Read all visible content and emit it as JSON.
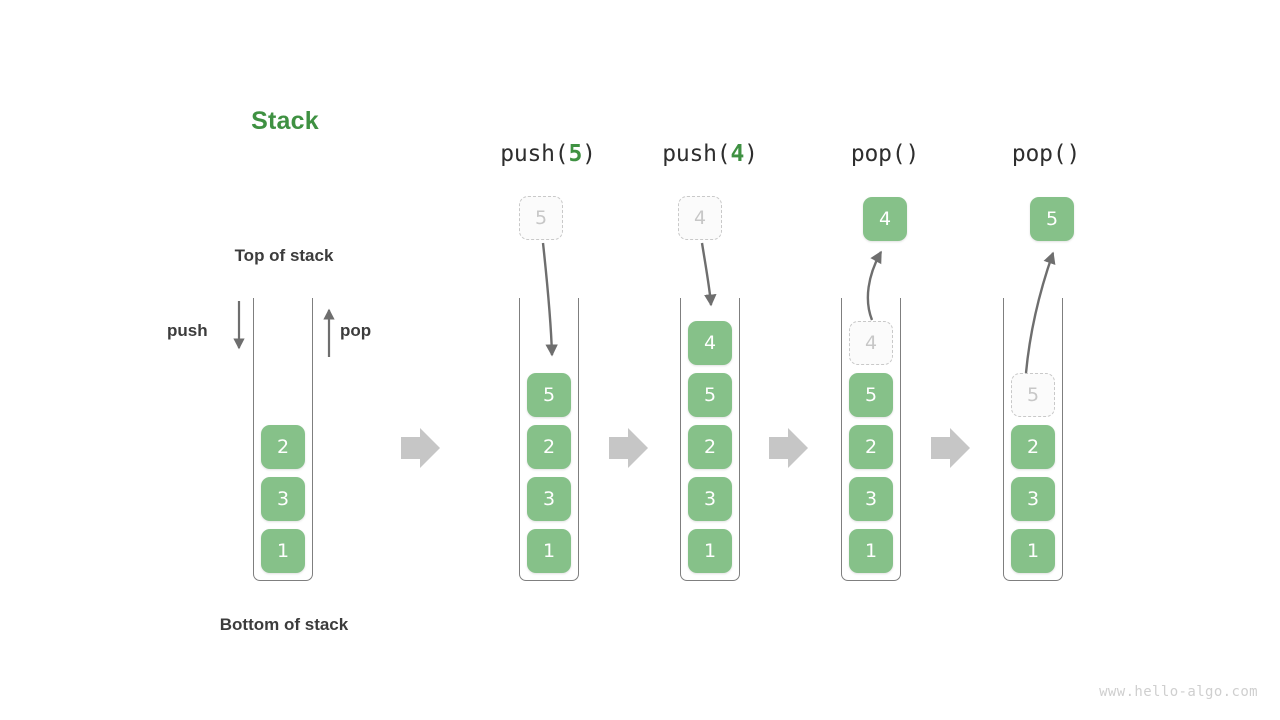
{
  "diagram": {
    "title": "Stack",
    "title_color": "#3f9142",
    "box_color": "#86c189",
    "ghost_color": "#c7c7c7",
    "arrow_color": "#6e6e6e",
    "step_arrow_color": "#c6c6c6",
    "top_label": "Top of stack",
    "bottom_label": "Bottom of stack",
    "push_label": "push",
    "pop_label": "pop",
    "watermark": "www.hello-algo.com"
  },
  "columns": [
    {
      "id": "initial",
      "header": "",
      "header_prefix": "",
      "header_arg": "",
      "header_suffix": "",
      "stack": [
        "1",
        "3",
        "2"
      ],
      "ghost_in_stack": null,
      "floating_box": null,
      "floating_state": ""
    },
    {
      "id": "push-5",
      "header": "push(5)",
      "header_prefix": "push(",
      "header_arg": "5",
      "header_suffix": ")",
      "stack": [
        "1",
        "3",
        "2",
        "5"
      ],
      "ghost_in_stack": null,
      "floating_box": "5",
      "floating_state": "ghost"
    },
    {
      "id": "push-4",
      "header": "push(4)",
      "header_prefix": "push(",
      "header_arg": "4",
      "header_suffix": ")",
      "stack": [
        "1",
        "3",
        "2",
        "5",
        "4"
      ],
      "ghost_in_stack": null,
      "floating_box": "4",
      "floating_state": "ghost"
    },
    {
      "id": "pop-1",
      "header": "pop()",
      "header_prefix": "pop(",
      "header_arg": "",
      "header_suffix": ")",
      "stack": [
        "1",
        "3",
        "2",
        "5"
      ],
      "ghost_in_stack": "4",
      "floating_box": "4",
      "floating_state": "solid"
    },
    {
      "id": "pop-2",
      "header": "pop()",
      "header_prefix": "pop(",
      "header_arg": "",
      "header_suffix": ")",
      "stack": [
        "1",
        "3",
        "2"
      ],
      "ghost_in_stack": "5",
      "floating_box": "5",
      "floating_state": "solid"
    }
  ],
  "step_arrows": [
    {
      "label": "step-arrow-1"
    },
    {
      "label": "step-arrow-2"
    },
    {
      "label": "step-arrow-3"
    },
    {
      "label": "step-arrow-4"
    }
  ]
}
